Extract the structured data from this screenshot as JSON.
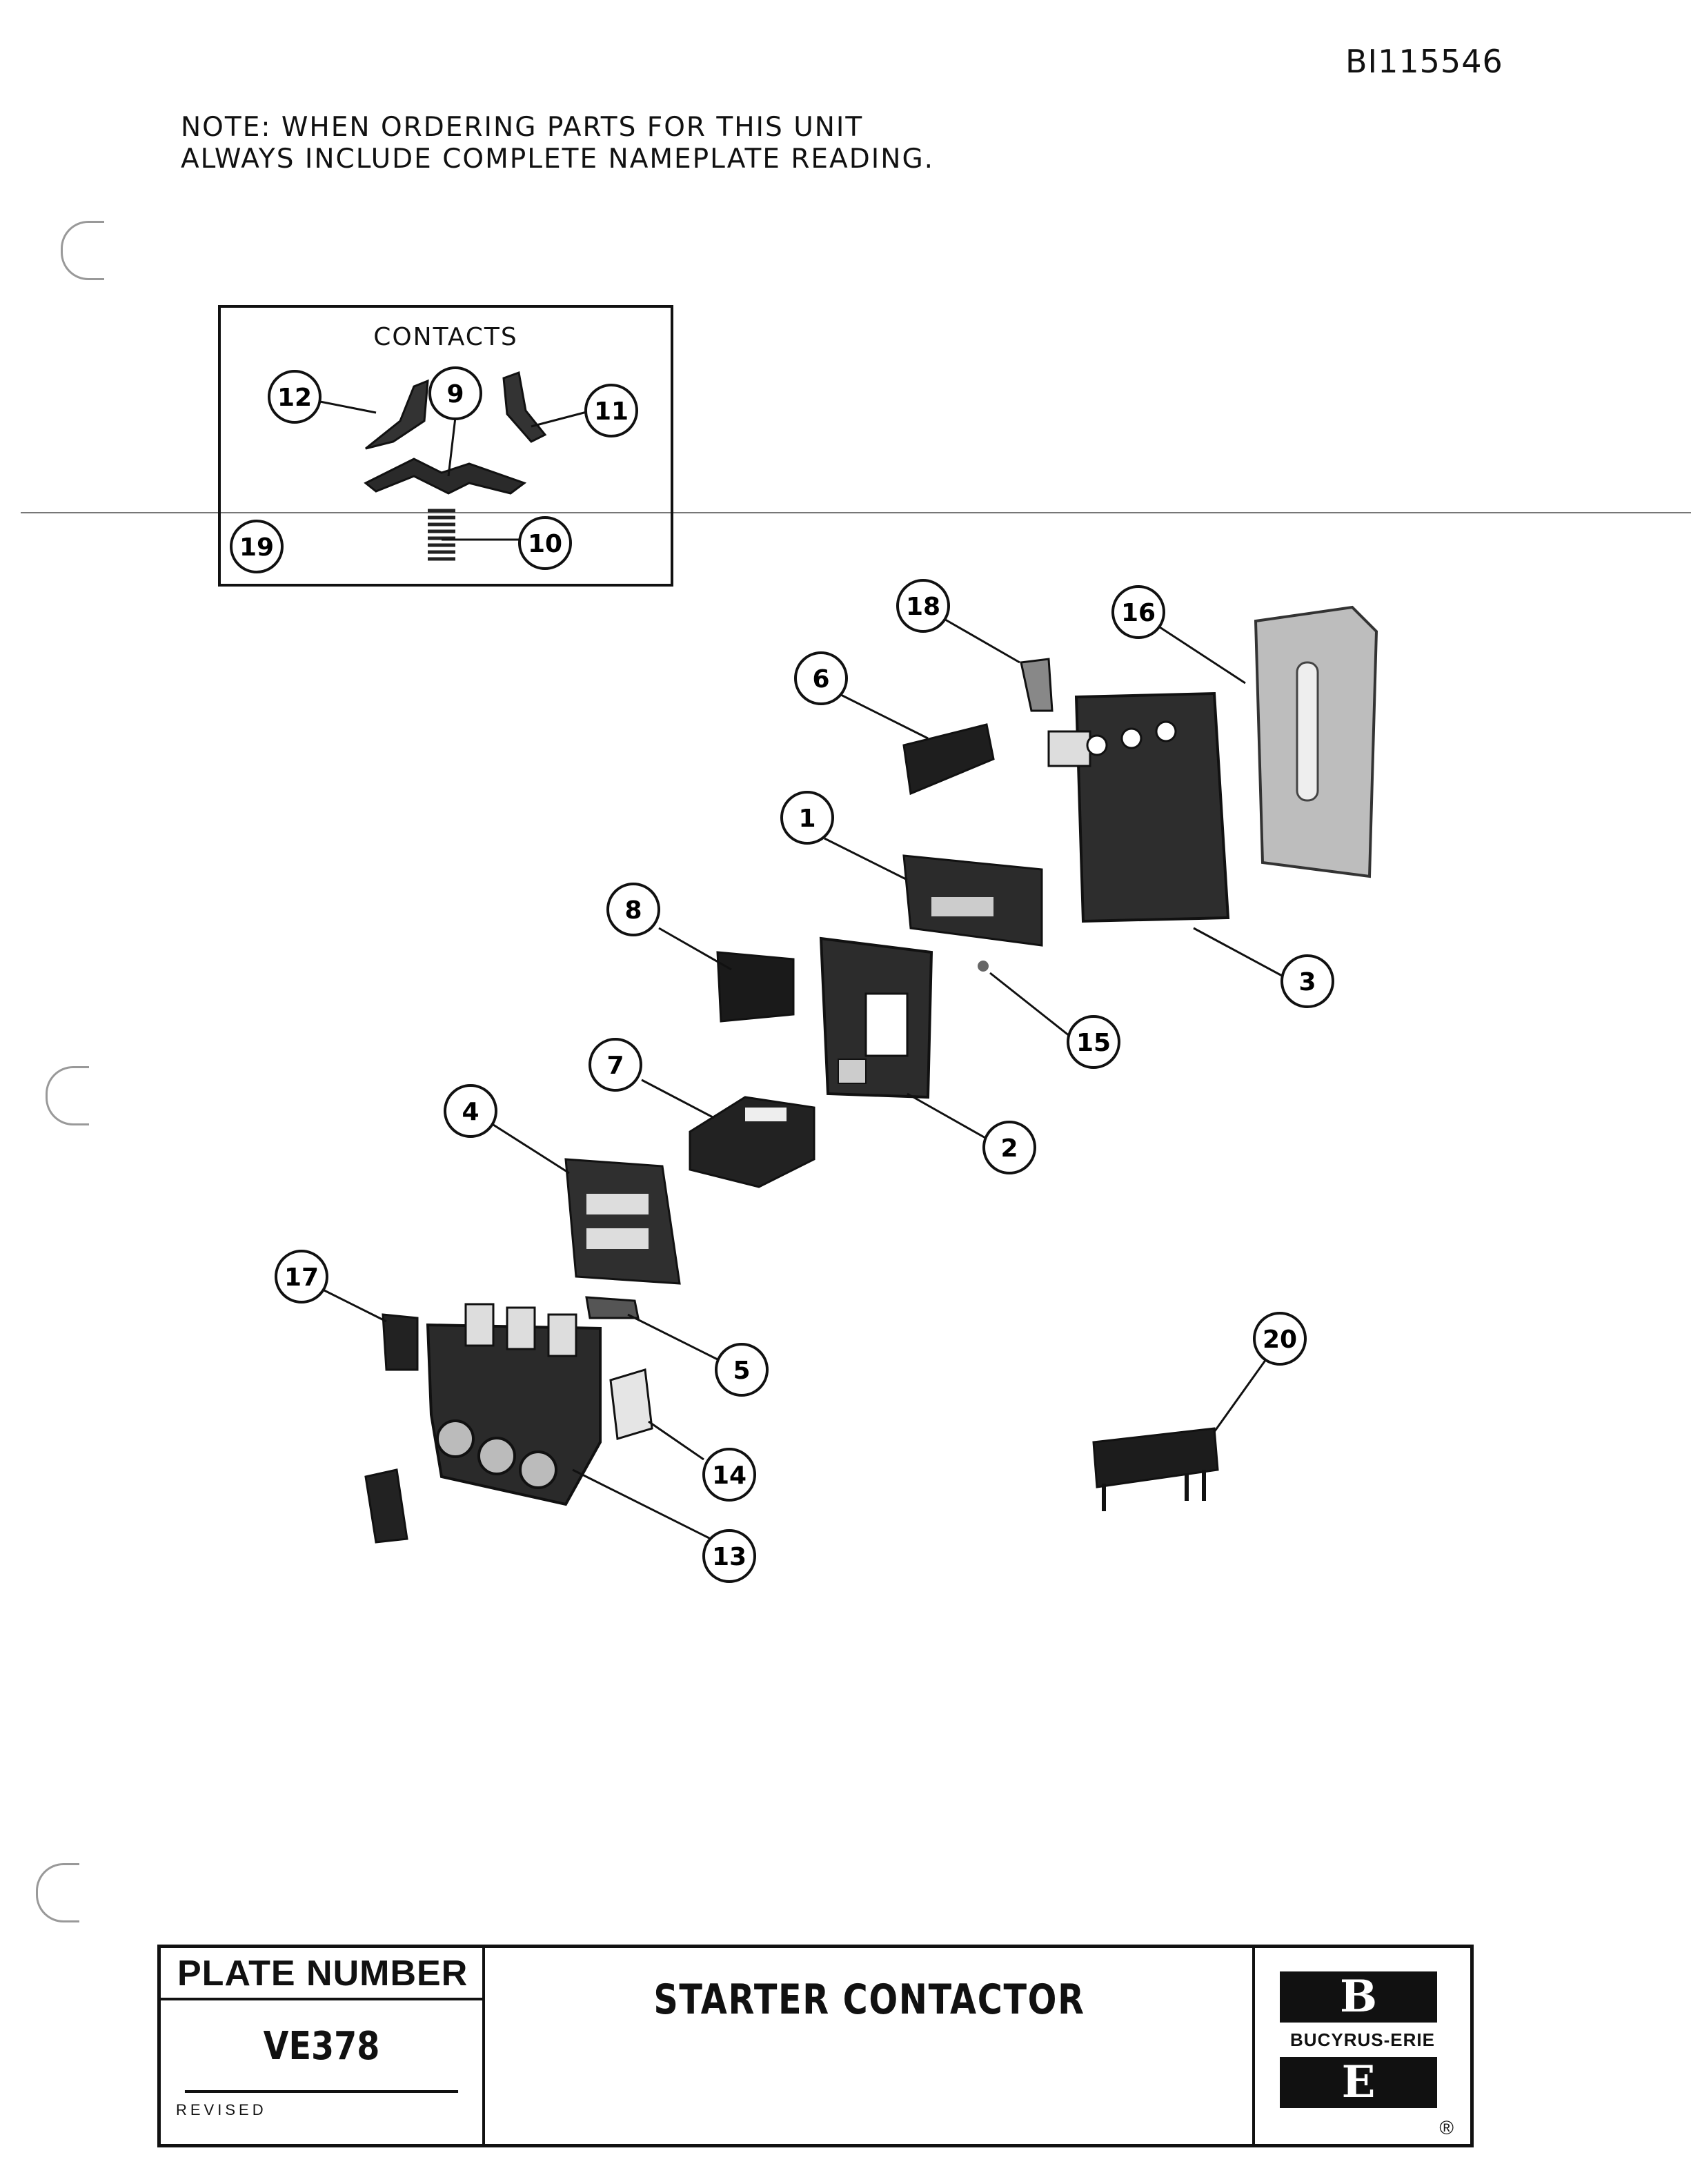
{
  "document_id": "BI115546",
  "note": {
    "line1": "NOTE:  WHEN ORDERING PARTS FOR THIS UNIT",
    "line2": "ALWAYS INCLUDE COMPLETE NAMEPLATE READING."
  },
  "contacts_box": {
    "title": "CONTACTS",
    "callouts": [
      "12",
      "9",
      "11",
      "19",
      "10"
    ]
  },
  "main_callouts": [
    "18",
    "16",
    "6",
    "1",
    "8",
    "3",
    "15",
    "7",
    "2",
    "4",
    "17",
    "5",
    "20",
    "14",
    "13"
  ],
  "title_block": {
    "plate_number_label": "PLATE NUMBER",
    "plate_number": "VE378",
    "revised_label": "REVISED",
    "title": "STARTER CONTACTOR",
    "logo_top": "B",
    "logo_name": "BUCYRUS-ERIE",
    "logo_bottom": "E",
    "registered_mark": "®"
  }
}
